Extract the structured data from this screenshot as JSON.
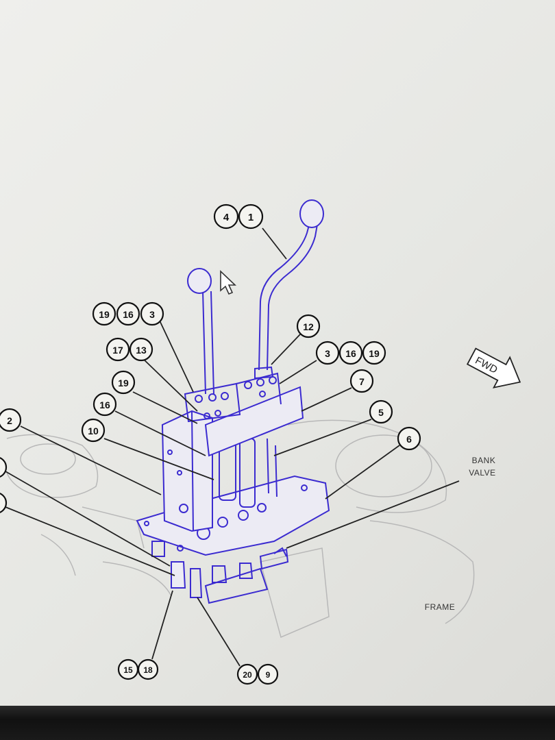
{
  "callouts": {
    "c4": "4",
    "c1": "1",
    "c19a": "19",
    "c16a": "16",
    "c3a": "3",
    "c12": "12",
    "c17": "17",
    "c13": "13",
    "c3b": "3",
    "c16b": "16",
    "c19b": "19",
    "c7": "7",
    "c19c": "19",
    "c5": "5",
    "c16c": "16",
    "c6": "6",
    "c2": "2",
    "c10": "10",
    "c15": "15",
    "c18": "18",
    "c20": "20",
    "c9": "9"
  },
  "labels": {
    "bank_line1": "BANK",
    "bank_line2": "VALVE",
    "frame": "FRAME",
    "fwd": "FWD"
  },
  "colors": {
    "part_line": "#3b2bd0",
    "callout_line": "#111111",
    "background": "#ececea"
  },
  "icons": [
    "mouse-cursor-icon",
    "fwd-arrow-icon"
  ]
}
